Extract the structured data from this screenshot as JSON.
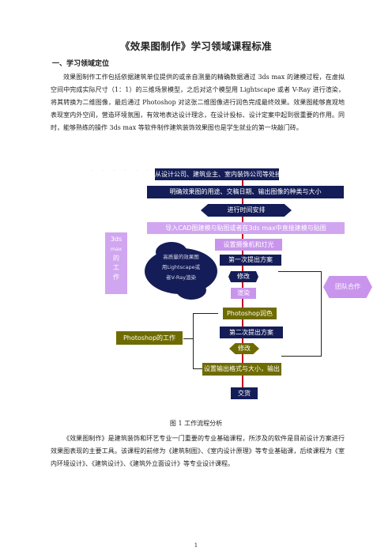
{
  "title": "《效果图制作》学习领域课程标准",
  "section1": {
    "heading": "一、学习领域定位",
    "paragraph": "效果图制作工作包括依据建筑单位提供的或亲自测量的精确数据通过 3ds max 的建模过程，在虚拟空间中完成实际尺寸（1：1）的三维场景模型，之后对这个模型用 Lightscape 或者 V-Ray 进行渲染，将其转换为二维图像，最后通过 Photoshop 对这张二维图像进行润色完成最终效果。效果图能够直观地表现室内外空间，营造环境氛围，有效地表达设计理念，在设计投标、设计定案中起到很重要的作用。同时，能够熟练的操作 3ds max 等软件制作建筑装饰效果图也是学生就业的第一块敲门砖。"
  },
  "diagram": {
    "step1": "从设计公司、建筑业主、室内装饰公司等处接收订单",
    "step2": "明确效果图的用途、交稿日期、输出图像的种类与大小",
    "step3": "进行时间安排",
    "step4": "导入CAD图建模与贴图或者在3ds max中直接建模与贴图",
    "step5": "设置摄像机和灯光",
    "step6": "第一次提出方案",
    "step7": "修改",
    "step8": "渲染",
    "step9": "Photoshop润色",
    "step10": "第二次提出方案",
    "step11": "修改",
    "step12": "设置输出格式与大小，输出",
    "step13": "交货",
    "group_3ds": [
      "3ds",
      "max",
      "的",
      "工",
      "作"
    ],
    "group_photoshop": "Photoshop的工作",
    "cloud_lines": [
      "高质量的效果图",
      "用Lightscape或",
      "者V-Ray渲染"
    ],
    "team": "团队合作",
    "colors": {
      "navy": "#141d57",
      "olive": "#6e6b00",
      "lilac": "#d1a6f0",
      "red_line": "#c1121f"
    }
  },
  "caption": "图 1    工作流程分析",
  "section2": {
    "paragraph": "《效果图制作》是建筑装饰和环艺专业一门重要的专业基础课程，所涉及的软件是目前设计方案进行效果图表现的主要工具。该课程的前修为《建筑制图》、《室内设计原理》等专业基础课，后续课程为《室内环境设计》、《建筑设计》、《建筑外立面设计》等专业设计课程。"
  },
  "page_number": "1"
}
